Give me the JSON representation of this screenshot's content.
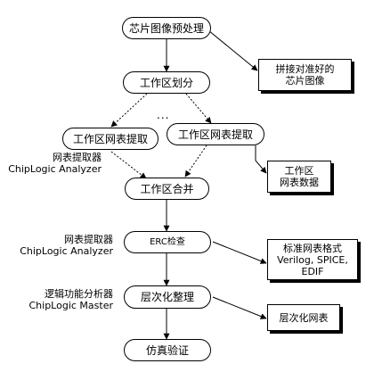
{
  "nodes": {
    "preprocess": "芯片图像预处理",
    "partition": "工作区划分",
    "extract_a": "工作区网表提取",
    "extract_b": "工作区网表提取",
    "ellipsis": "...",
    "merge": "工作区合并",
    "erc": "ERC检查",
    "hierarchy": "层次化整理",
    "simulate": "仿真验证"
  },
  "outputs": {
    "stitched_image": {
      "line1": "拼接对准好的",
      "line2": "芯片图像"
    },
    "workspace_netlist": {
      "line1": "工作区",
      "line2": "网表数据"
    },
    "standard_netlist": {
      "line1": "标准网表格式",
      "line2": "Verilog, SPICE,",
      "line3": "EDIF"
    },
    "hier_netlist": {
      "line1": "层次化网表"
    }
  },
  "tools": {
    "extractor_1": {
      "line1": "网表提取器",
      "line2": "ChipLogic Analyzer"
    },
    "extractor_2": {
      "line1": "网表提取器",
      "line2": "ChipLogic Analyzer"
    },
    "logic_analyzer": {
      "line1": "逻辑功能分析器",
      "line2": "ChipLogic Master"
    }
  }
}
